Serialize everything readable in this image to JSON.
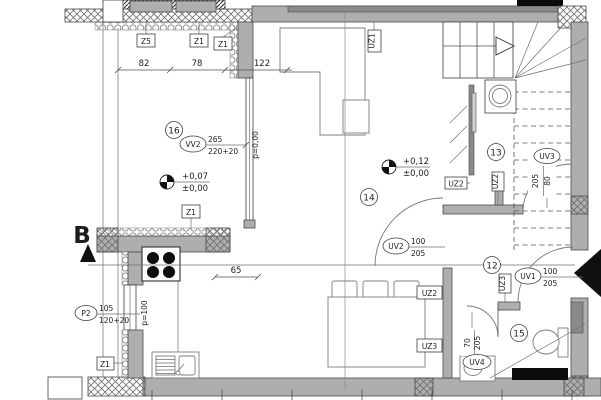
{
  "drawing": {
    "type": "architectural floor plan",
    "section_letter": "B"
  },
  "colors": {
    "wall": "#aeaeae",
    "wall_dark": "#8a8a8a",
    "line": "#4a4a4a",
    "black": "#0a0a0a",
    "bg": "#ffffff"
  },
  "rooms": {
    "r16": "16",
    "r14": "14",
    "r13": "13",
    "r12": "12",
    "r15": "15"
  },
  "dims": {
    "w1": "82",
    "w2": "78",
    "w3": "122",
    "k1": "65"
  },
  "tags": {
    "z5": "Z5",
    "z1a": "Z1",
    "z1b": "Z1",
    "z1c": "Z1",
    "z1d": "Z1",
    "uz1": "UZ1",
    "uz2a": "UZ2",
    "uz2b": "UZ2",
    "uz2c": "UZ2",
    "uz3a": "UZ3",
    "uz3b": "UZ3"
  },
  "openings": {
    "vv2": {
      "tag": "VV2",
      "num": "265",
      "den": "220+20"
    },
    "p2": {
      "tag": "P2",
      "num": "105",
      "den": "120+20"
    },
    "uv1": {
      "tag": "UV1",
      "num": "100",
      "den": "205"
    },
    "uv2": {
      "tag": "UV2",
      "num": "100",
      "den": "205"
    },
    "uv3": {
      "tag": "UV3",
      "num": "80",
      "den": "205"
    },
    "uv4": {
      "tag": "UV4",
      "num": "70",
      "den": "205"
    }
  },
  "levels": {
    "room16": {
      "top": "+0,07",
      "bottom": "±0,00"
    },
    "living": {
      "top": "+0,12",
      "bottom": "±0,00"
    }
  },
  "notes": {
    "p000": "p=0,00",
    "p100": "p=100"
  }
}
